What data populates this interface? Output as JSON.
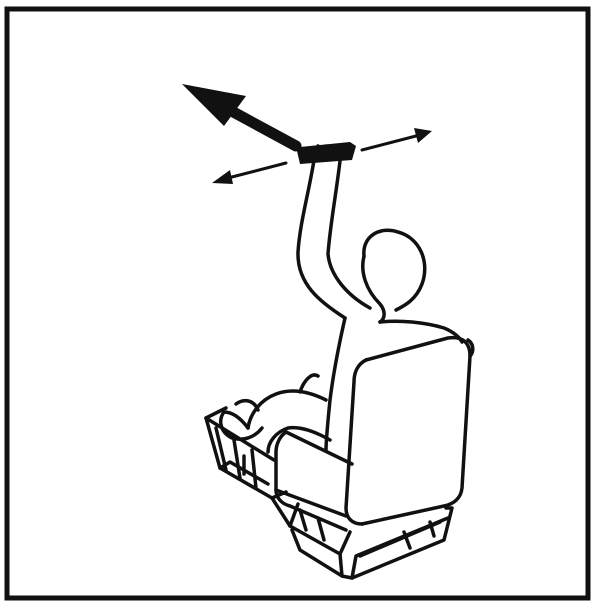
{
  "figure": {
    "subject": "seated-person-pulling-overhead-handle",
    "frame_color": "#111111",
    "background_color": "#ffffff",
    "ink_color": "#111111",
    "arrows": {
      "primary_direction": "up-left",
      "secondary_directions": [
        "left",
        "right"
      ]
    }
  }
}
